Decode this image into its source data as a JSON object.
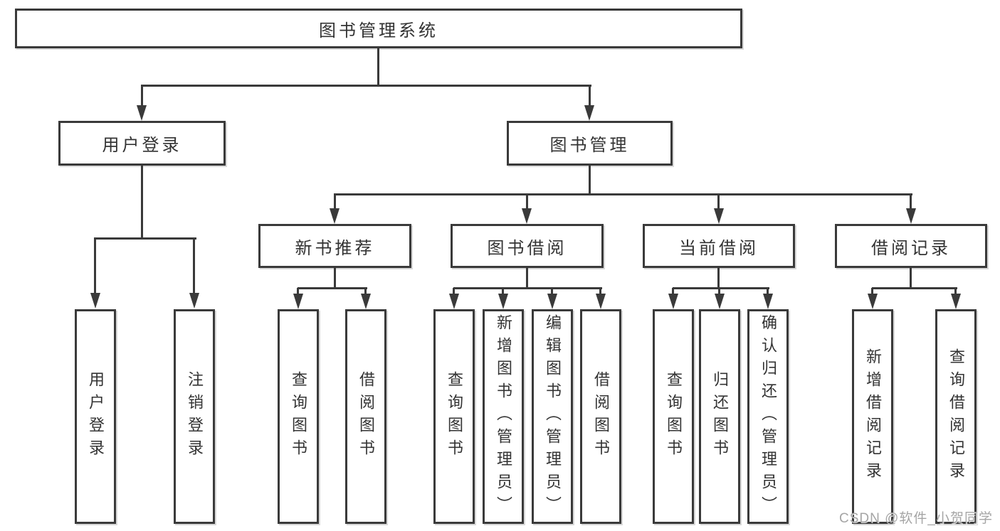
{
  "diagram": {
    "root_label": "图书管理系统",
    "branches": [
      {
        "label": "用户登录",
        "children": [
          {
            "label": "用户登录"
          },
          {
            "label": "注销登录"
          }
        ]
      },
      {
        "label": "图书管理",
        "children": [
          {
            "label": "新书推荐",
            "children": [
              {
                "label": "查询图书"
              },
              {
                "label": "借阅图书"
              }
            ]
          },
          {
            "label": "图书借阅",
            "children": [
              {
                "label": "查询图书"
              },
              {
                "label": "新增图书（管理员）"
              },
              {
                "label": "编辑图书（管理员）"
              },
              {
                "label": "借阅图书"
              }
            ]
          },
          {
            "label": "当前借阅",
            "children": [
              {
                "label": "查询图书"
              },
              {
                "label": "归还图书"
              },
              {
                "label": "确认归还（管理员）"
              }
            ]
          },
          {
            "label": "借阅记录",
            "children": [
              {
                "label": "新增借阅记录"
              },
              {
                "label": "查询借阅记录"
              }
            ]
          }
        ]
      }
    ]
  },
  "watermark": {
    "text": "CSDN @软件_小贺同学"
  },
  "colors": {
    "line": "#3a3a3a",
    "text": "#333333",
    "watermark": "#a5a5a5",
    "background": "#ffffff"
  }
}
